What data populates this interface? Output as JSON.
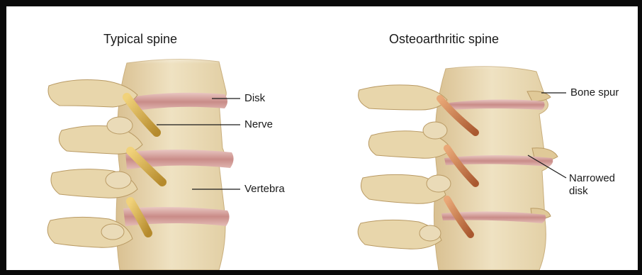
{
  "panels": [
    {
      "title": "Typical spine",
      "labels": {
        "disk": "Disk",
        "nerve": "Nerve",
        "vertebra": "Vertebra"
      }
    },
    {
      "title": "Osteoarthritic spine",
      "labels": {
        "bone_spur": "Bone spur",
        "narrowed_disk_line1": "Narrowed",
        "narrowed_disk_line2": "disk"
      }
    }
  ],
  "colors": {
    "bone": "#ead9b1",
    "bone_shadow": "#c9ae7c",
    "disk": "#d7a4a0",
    "nerve_healthy": "#d9b24a",
    "nerve_inflamed": "#c97a4a",
    "frame": "#0a0a0a"
  }
}
